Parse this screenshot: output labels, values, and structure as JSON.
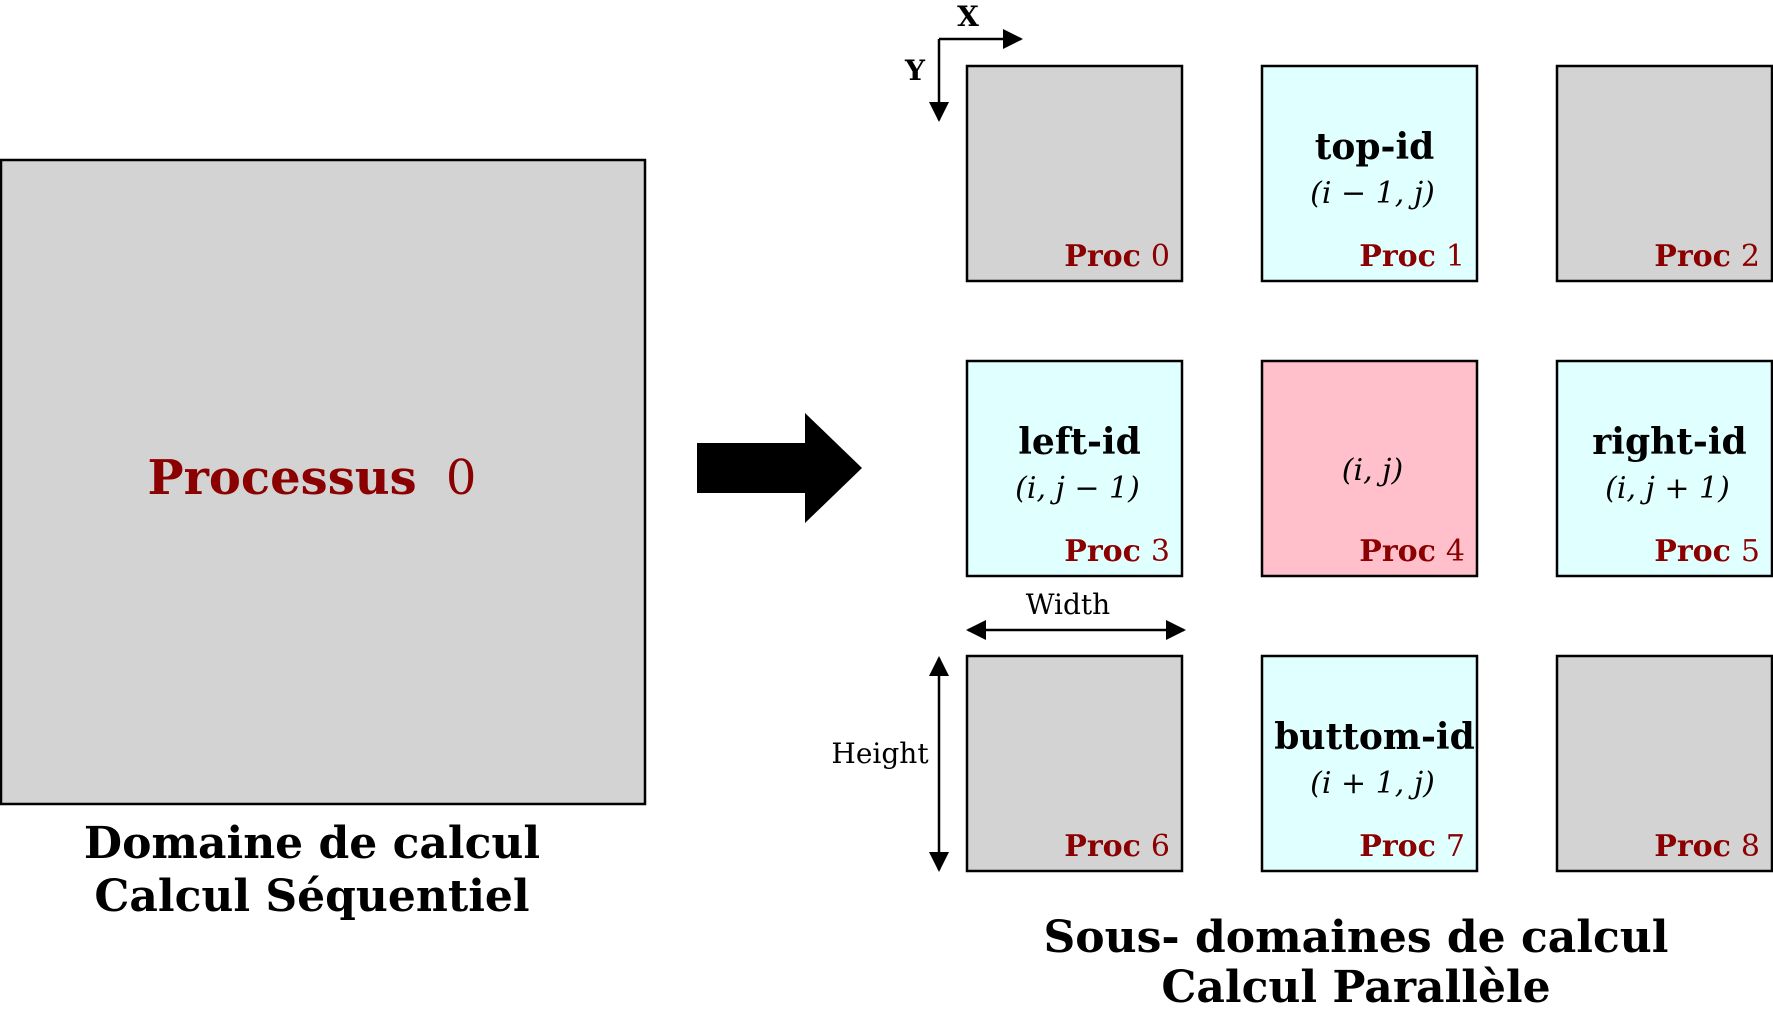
{
  "sequential": {
    "process_word": "Processus",
    "process_num": "0",
    "caption_line1": "Domaine de calcul",
    "caption_line2": "Calcul Séquentiel",
    "fill": "#d3d3d3"
  },
  "parallel": {
    "caption_line1": "Sous- domaines de calcul",
    "caption_line2": "Calcul Parallèle",
    "proc_word": "Proc",
    "cells": [
      {
        "proc": "0",
        "title": "",
        "coord": "",
        "kind": "corner"
      },
      {
        "proc": "1",
        "title": "top-id",
        "coord": "(i − 1, j)",
        "kind": "neighbor"
      },
      {
        "proc": "2",
        "title": "",
        "coord": "",
        "kind": "corner"
      },
      {
        "proc": "3",
        "title": "left-id",
        "coord": "(i, j − 1)",
        "kind": "neighbor"
      },
      {
        "proc": "4",
        "title": "",
        "coord": "(i, j)",
        "kind": "center"
      },
      {
        "proc": "5",
        "title": "right-id",
        "coord": "(i, j + 1)",
        "kind": "neighbor"
      },
      {
        "proc": "6",
        "title": "",
        "coord": "",
        "kind": "corner"
      },
      {
        "proc": "7",
        "title": "buttom-id",
        "coord": "(i + 1, j)",
        "kind": "neighbor"
      },
      {
        "proc": "8",
        "title": "",
        "coord": "",
        "kind": "corner"
      }
    ],
    "colors": {
      "corner": "#d3d3d3",
      "neighbor": "#e0ffff",
      "center": "#ffc0cb",
      "proc_label": "#8b0000"
    },
    "width_label": "Width",
    "height_label": "Height",
    "axis_x": "X",
    "axis_y": "Y"
  }
}
